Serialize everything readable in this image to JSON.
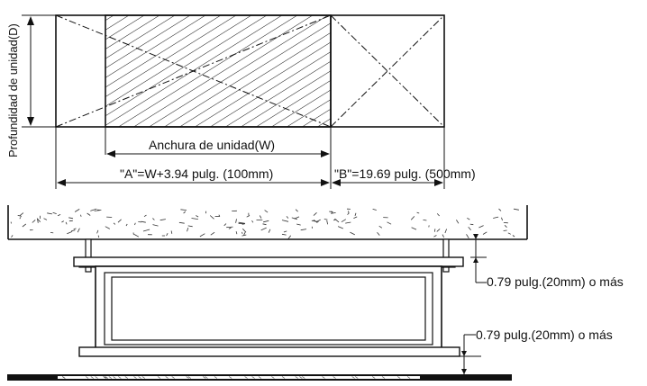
{
  "labels": {
    "depth": "Profundidad de unidad(D)",
    "width": "Anchura de unidad(W)",
    "a_dim": "\"A\"=W+3.94 pulg. (100mm)",
    "b_dim": "\"B\"=19.69 pulg. (500mm)",
    "top_clearance": "0.79 pulg.(20mm) o más",
    "bottom_clearance": "0.79 pulg.(20mm) o más"
  },
  "colors": {
    "line": "#111111",
    "background": "#ffffff"
  }
}
